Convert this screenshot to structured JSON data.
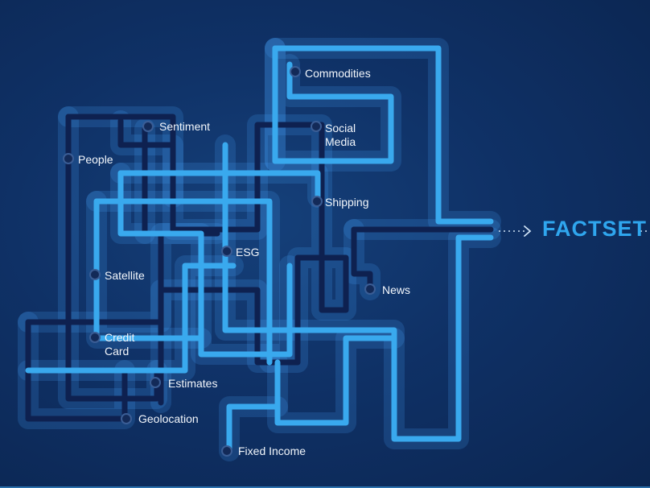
{
  "brand": {
    "name": "FACTSET",
    "color": "#2fa6ee"
  },
  "colors": {
    "background": "#0f3166",
    "light_line": "#39a9ee",
    "dark_line": "#0e2150"
  },
  "nodes": [
    {
      "id": "commodities",
      "label": "Commodities"
    },
    {
      "id": "sentiment",
      "label": "Sentiment"
    },
    {
      "id": "social-media",
      "label": "Social\nMedia"
    },
    {
      "id": "people",
      "label": "People"
    },
    {
      "id": "shipping",
      "label": "Shipping"
    },
    {
      "id": "esg",
      "label": "ESG"
    },
    {
      "id": "satellite",
      "label": "Satellite"
    },
    {
      "id": "news",
      "label": "News"
    },
    {
      "id": "credit-card",
      "label": "Credit\nCard"
    },
    {
      "id": "estimates",
      "label": "Estimates"
    },
    {
      "id": "geolocation",
      "label": "Geolocation"
    },
    {
      "id": "fixed-income",
      "label": "Fixed Income"
    }
  ]
}
